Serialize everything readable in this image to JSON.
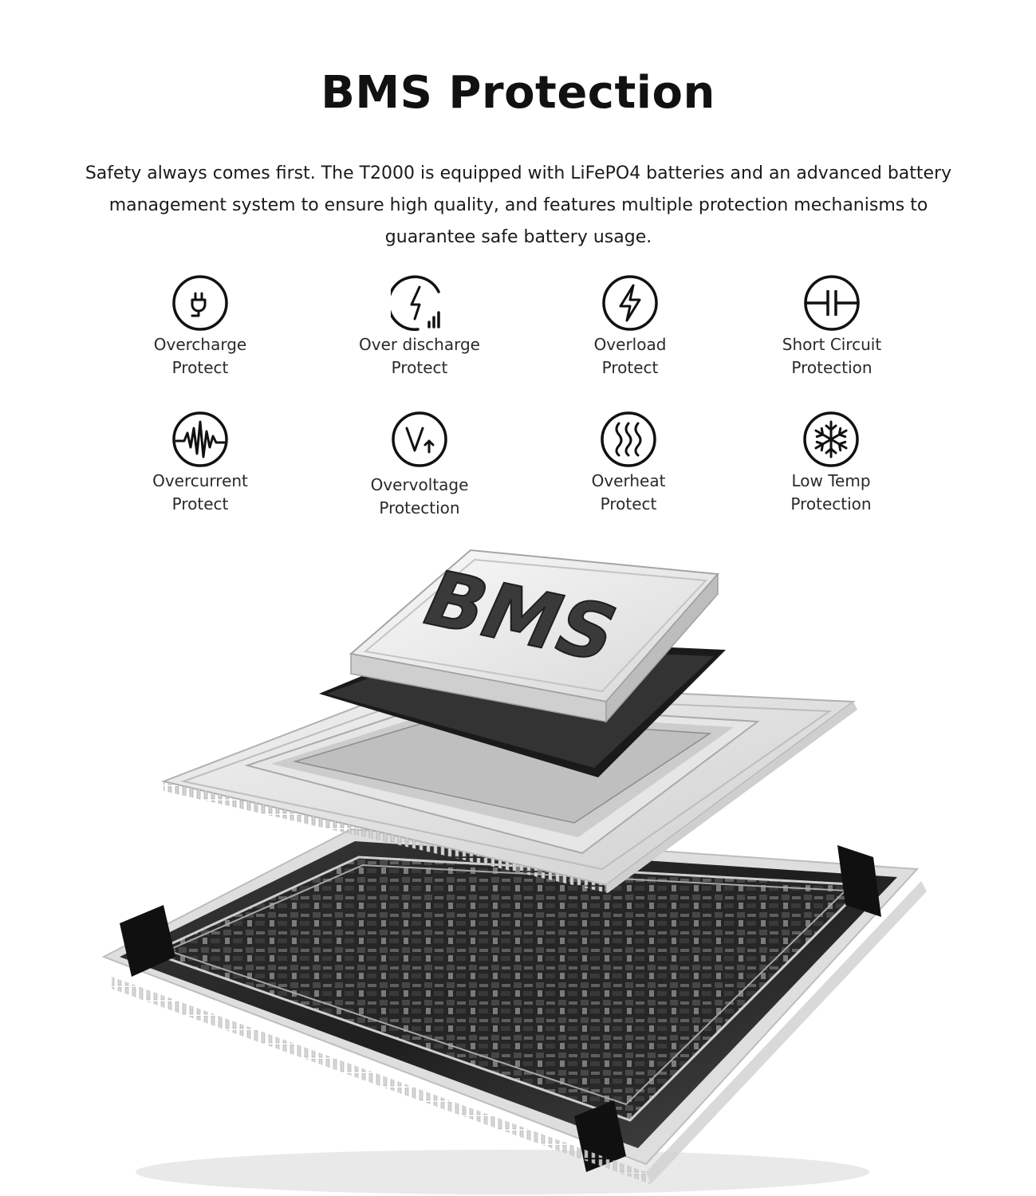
{
  "header": {
    "title": "BMS Protection",
    "description": "Safety always comes first. The T2000 is equipped with LiFePO4 batteries and an advanced battery management system to ensure high quality, and features multiple protection mechanisms to guarantee safe battery usage."
  },
  "features": [
    {
      "icon": "plug-icon",
      "line1": "Overcharge",
      "line2": "Protect"
    },
    {
      "icon": "discharge-bolt-icon",
      "line1": "Over discharge",
      "line2": "Protect"
    },
    {
      "icon": "lightning-icon",
      "line1": "Overload",
      "line2": "Protect"
    },
    {
      "icon": "capacitor-icon",
      "line1": "Short Circuit",
      "line2": "Protection"
    },
    {
      "icon": "waveform-icon",
      "line1": "Overcurrent",
      "line2": "Protect"
    },
    {
      "icon": "voltage-icon",
      "line1": "Overvoltage",
      "line2": "Protection"
    },
    {
      "icon": "heat-waves-icon",
      "line1": "Overheat",
      "line2": "Protect"
    },
    {
      "icon": "snowflake-icon",
      "line1": "Low Temp",
      "line2": "Protection"
    }
  ],
  "illustration": {
    "chip_text": "BMS"
  },
  "colors": {
    "text": "#111111",
    "icon_stroke": "#111111",
    "background": "#ffffff"
  }
}
